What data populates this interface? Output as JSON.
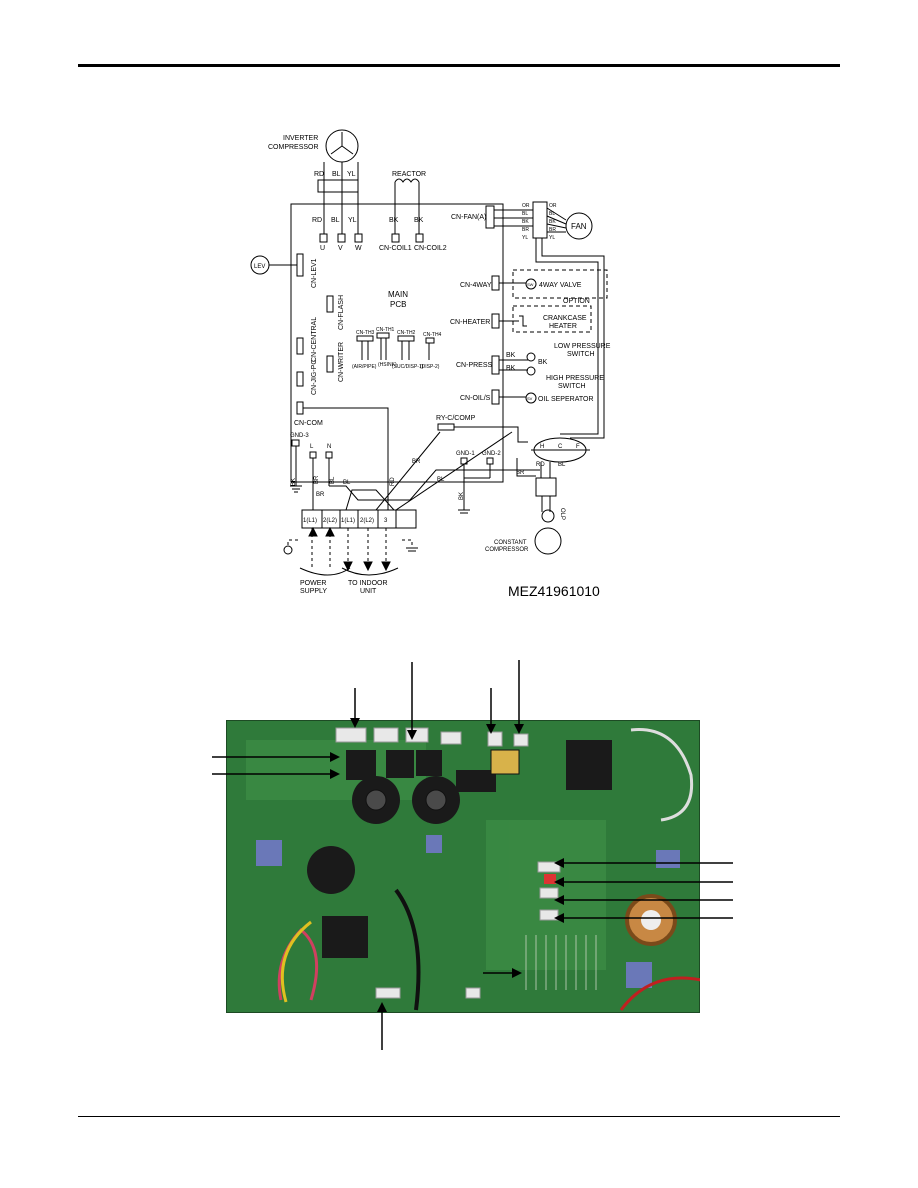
{
  "diagram": {
    "compressor_label": [
      "INVERTER",
      "COMPRESSOR"
    ],
    "phase_wires": [
      "RD",
      "BL",
      "YL"
    ],
    "phase_terms": [
      "U",
      "V",
      "W"
    ],
    "reactor_label": "REACTOR",
    "reactor_wires": [
      "BK",
      "BK"
    ],
    "coil_labels": [
      "CN-COIL1",
      "CN-COIL2"
    ],
    "main_pcb": [
      "MAIN",
      "PCB"
    ],
    "lev_label": "LEV",
    "left_connectors": [
      "CN-LEV1",
      "CN-FLASH",
      "CN-CENTRAL",
      "CN-WRITER",
      "CN-JIG-PC",
      "CN-COM"
    ],
    "sensors": [
      "CN-TH3",
      "CN-TH1",
      "CN-TH2",
      "CN-TH4"
    ],
    "sensor_notes": [
      "(AIR/PIPE)",
      "(HSINK)",
      "(SUC/DISP-1)",
      "(DISP-2)"
    ],
    "right_connectors": [
      "CN-FAN(A)",
      "CN-4WAY",
      "CN-HEATER",
      "CN-PRESS",
      "CN-OIL/S"
    ],
    "fan_label": "FAN",
    "fan_wires": [
      "OR",
      "BL",
      "BK",
      "BR",
      "YL"
    ],
    "valve_label": "4WAY VALVE",
    "valve_symbol": "SW",
    "option_label": "OPTION",
    "heater_label": [
      "CRANKCASE",
      "HEATER"
    ],
    "press_wire": "BK",
    "low_pressure": [
      "LOW PRESSURE",
      "SWITCH"
    ],
    "high_pressure": [
      "HIGH PRESSURE",
      "SWITCH"
    ],
    "oil_label": "OIL SEPERATOR",
    "oil_symbol": "SV",
    "relay_label": "RY-C/COMP",
    "gnd_labels": [
      "GND-3",
      "GND-1",
      "GND-2"
    ],
    "power_terms": [
      "L",
      "N"
    ],
    "wire_bk": "BK",
    "wire_br": "BR",
    "wire_bl": "BL",
    "wire_rd": "RD",
    "terminals": [
      "1(L1)",
      "2(L2)",
      "1(L1)",
      "2(L2)",
      "3"
    ],
    "power_supply": [
      "POWER",
      "SUPPLY"
    ],
    "indoor_unit": [
      "TO INDOOR",
      "UNIT"
    ],
    "olp_label": "OLP",
    "contactor_terms": [
      "H",
      "C",
      "F"
    ],
    "const_comp": [
      "CONSTANT",
      "COMPRESSOR"
    ],
    "diagram_code": "MEZ41961010"
  }
}
